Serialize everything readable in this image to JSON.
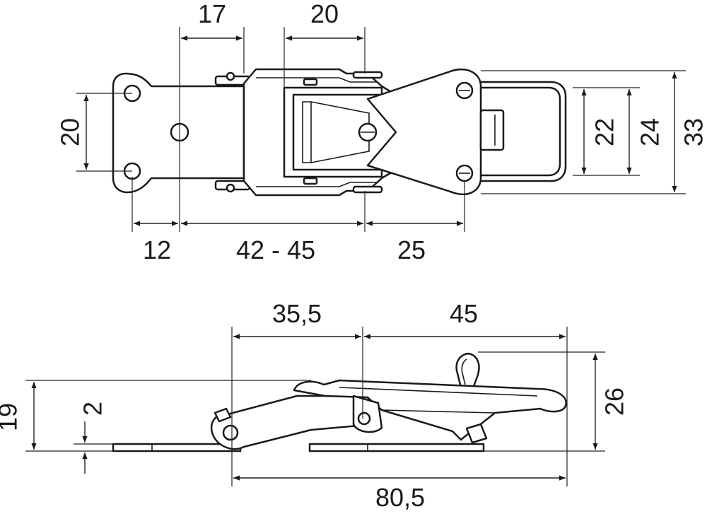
{
  "top_view": {
    "dimensions": {
      "d17": "17",
      "d20_top": "20",
      "d20_left": "20",
      "d22": "22",
      "d24": "24",
      "d33": "33",
      "d12": "12",
      "d42_45": "42 - 45",
      "d25": "25"
    }
  },
  "side_view": {
    "dimensions": {
      "d35_5": "35,5",
      "d45": "45",
      "d19": "19",
      "d2": "2",
      "d26": "26",
      "d80_5": "80,5"
    }
  }
}
